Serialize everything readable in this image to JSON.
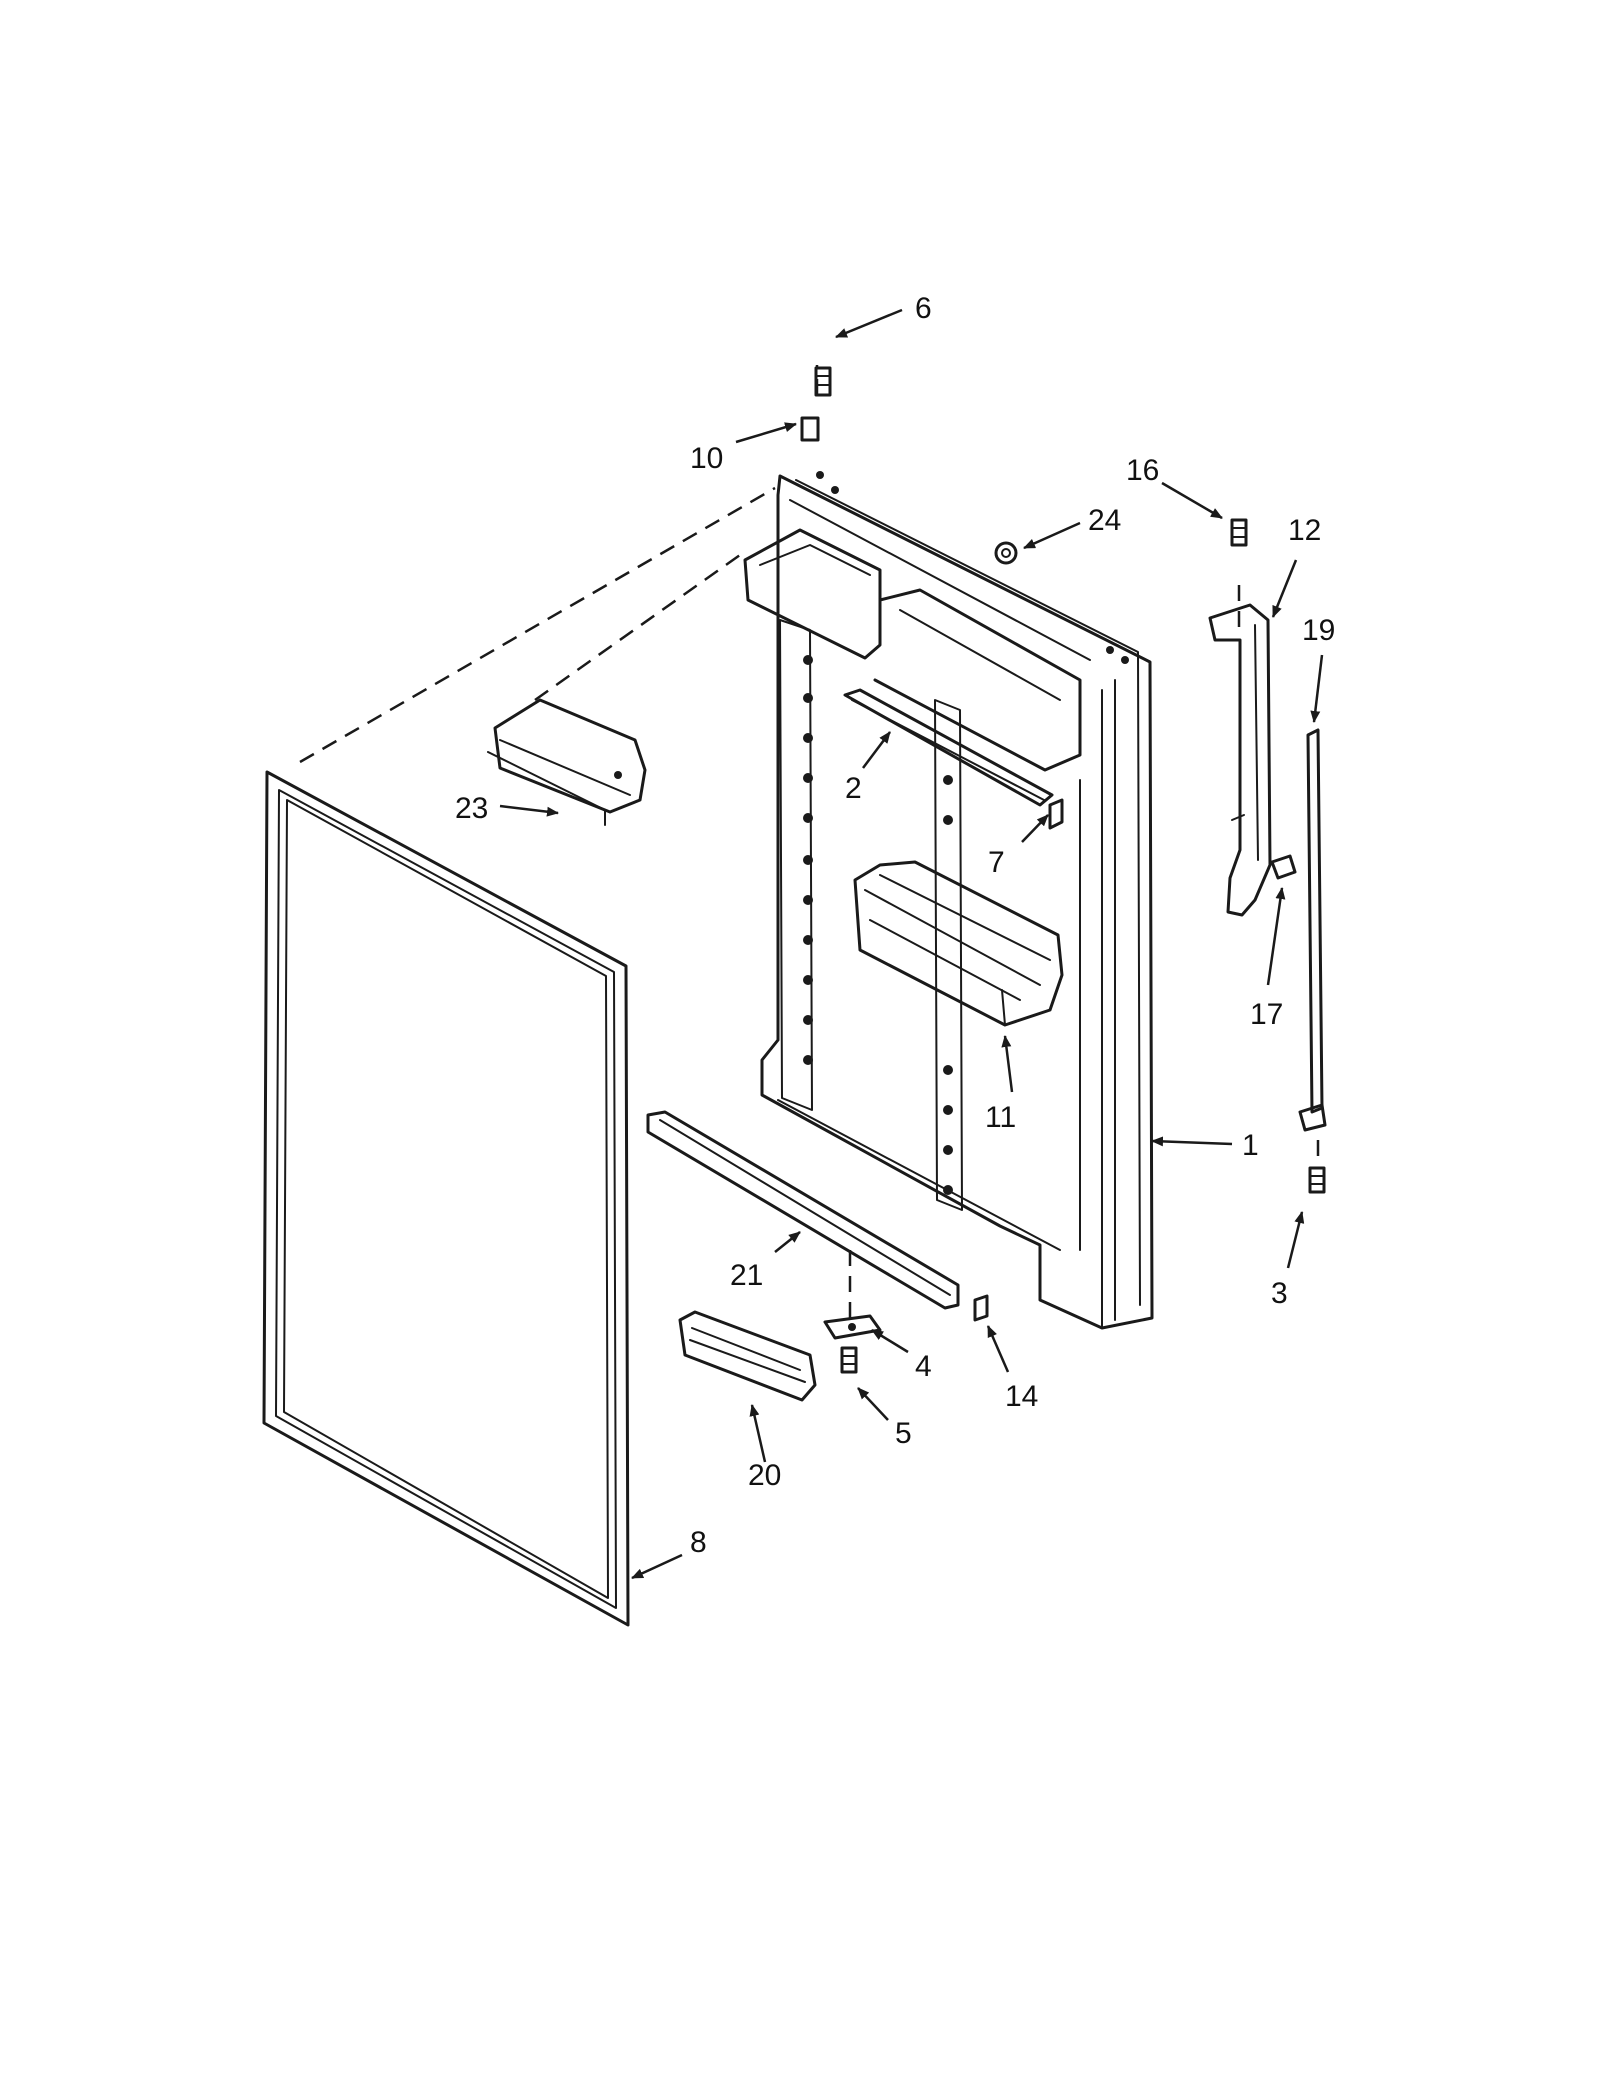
{
  "callouts": [
    {
      "id": "1",
      "label": "1"
    },
    {
      "id": "2",
      "label": "2"
    },
    {
      "id": "3",
      "label": "3"
    },
    {
      "id": "4",
      "label": "4"
    },
    {
      "id": "5",
      "label": "5"
    },
    {
      "id": "6",
      "label": "6"
    },
    {
      "id": "7",
      "label": "7"
    },
    {
      "id": "8",
      "label": "8"
    },
    {
      "id": "10",
      "label": "10"
    },
    {
      "id": "11",
      "label": "11"
    },
    {
      "id": "12",
      "label": "12"
    },
    {
      "id": "14",
      "label": "14"
    },
    {
      "id": "16",
      "label": "16"
    },
    {
      "id": "17",
      "label": "17"
    },
    {
      "id": "19",
      "label": "19"
    },
    {
      "id": "20",
      "label": "20"
    },
    {
      "id": "21",
      "label": "21"
    },
    {
      "id": "23",
      "label": "23"
    },
    {
      "id": "24",
      "label": "24"
    }
  ]
}
